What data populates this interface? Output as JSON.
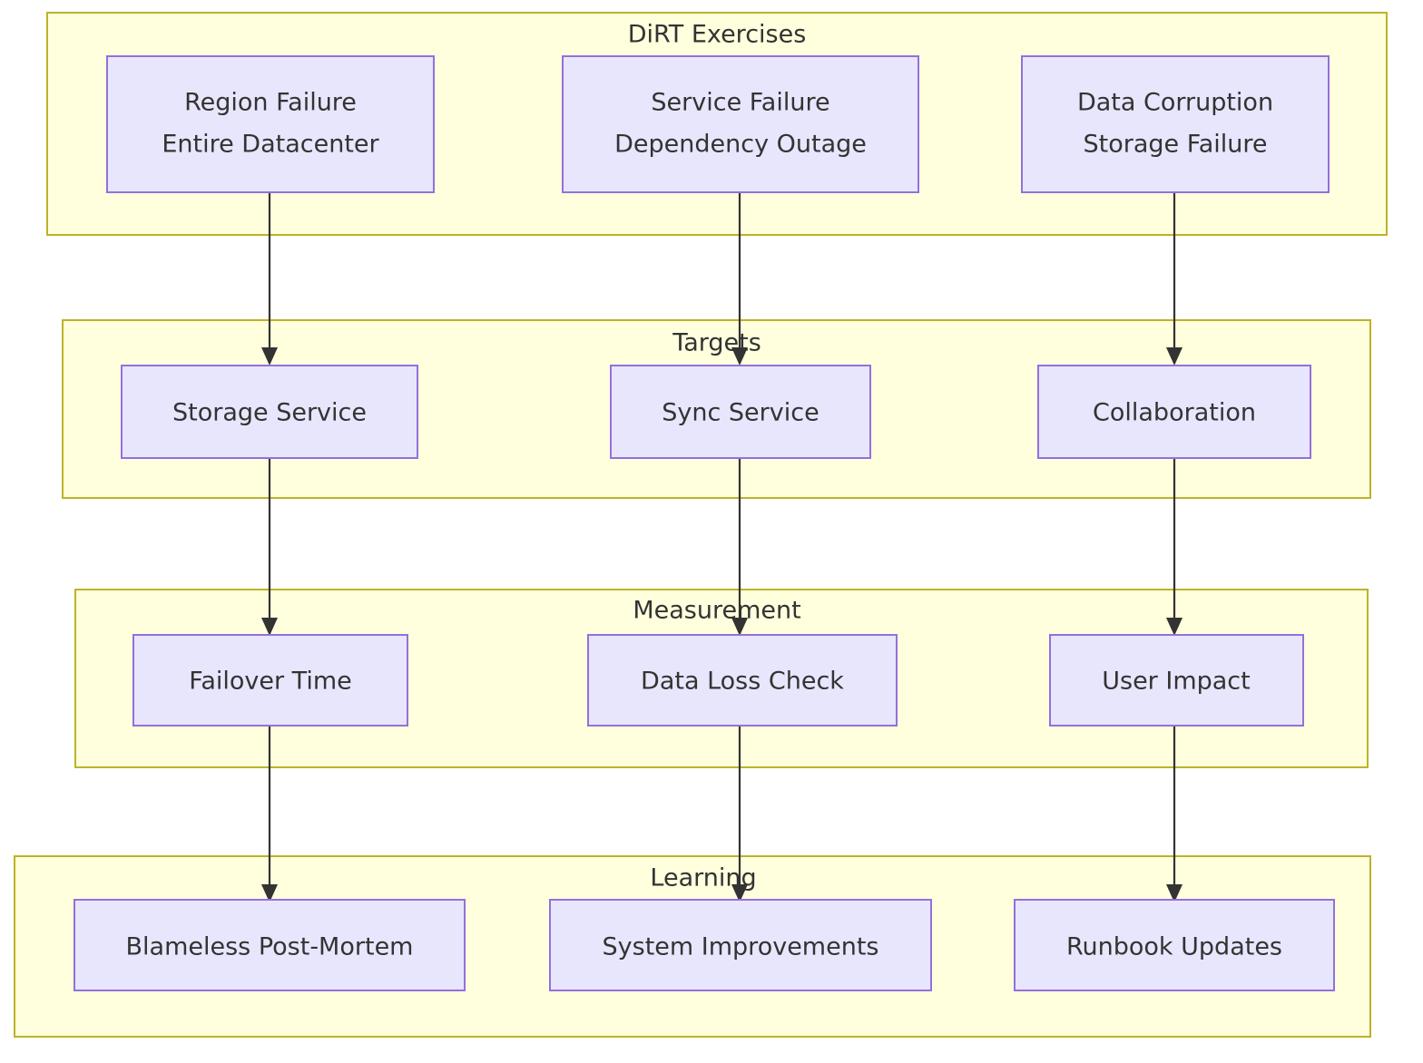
{
  "diagram": {
    "type": "flowchart",
    "direction": "top-to-bottom",
    "colors": {
      "cluster_fill": "#ffffde",
      "cluster_stroke": "#bcb327",
      "node_fill": "#e8e6fd",
      "node_stroke": "#9370db",
      "edge_stroke": "#333333",
      "text": "#333333",
      "page_background": "#ffffff"
    },
    "clusters": [
      {
        "id": "dirt",
        "title": "DiRT Exercises"
      },
      {
        "id": "targets",
        "title": "Targets"
      },
      {
        "id": "measurement",
        "title": "Measurement"
      },
      {
        "id": "learning",
        "title": "Learning"
      }
    ],
    "nodes": [
      {
        "id": "region_failure",
        "cluster": "dirt",
        "line1": "Region Failure",
        "line2": "Entire Datacenter"
      },
      {
        "id": "service_failure",
        "cluster": "dirt",
        "line1": "Service Failure",
        "line2": "Dependency Outage"
      },
      {
        "id": "data_corruption",
        "cluster": "dirt",
        "line1": "Data Corruption",
        "line2": "Storage Failure"
      },
      {
        "id": "storage_service",
        "cluster": "targets",
        "line1": "Storage Service",
        "line2": ""
      },
      {
        "id": "sync_service",
        "cluster": "targets",
        "line1": "Sync Service",
        "line2": ""
      },
      {
        "id": "collaboration",
        "cluster": "targets",
        "line1": "Collaboration",
        "line2": ""
      },
      {
        "id": "failover_time",
        "cluster": "measurement",
        "line1": "Failover Time",
        "line2": ""
      },
      {
        "id": "data_loss_check",
        "cluster": "measurement",
        "line1": "Data Loss Check",
        "line2": ""
      },
      {
        "id": "user_impact",
        "cluster": "measurement",
        "line1": "User Impact",
        "line2": ""
      },
      {
        "id": "blameless_postmortem",
        "cluster": "learning",
        "line1": "Blameless Post-Mortem",
        "line2": ""
      },
      {
        "id": "system_improvements",
        "cluster": "learning",
        "line1": "System Improvements",
        "line2": ""
      },
      {
        "id": "runbook_updates",
        "cluster": "learning",
        "line1": "Runbook Updates",
        "line2": ""
      }
    ],
    "edges": [
      {
        "from": "region_failure",
        "to": "storage_service",
        "label": ""
      },
      {
        "from": "service_failure",
        "to": "sync_service",
        "label": ""
      },
      {
        "from": "data_corruption",
        "to": "collaboration",
        "label": ""
      },
      {
        "from": "storage_service",
        "to": "failover_time",
        "label": ""
      },
      {
        "from": "sync_service",
        "to": "data_loss_check",
        "label": ""
      },
      {
        "from": "collaboration",
        "to": "user_impact",
        "label": ""
      },
      {
        "from": "failover_time",
        "to": "blameless_postmortem",
        "label": ""
      },
      {
        "from": "data_loss_check",
        "to": "system_improvements",
        "label": ""
      },
      {
        "from": "user_impact",
        "to": "runbook_updates",
        "label": ""
      }
    ]
  }
}
